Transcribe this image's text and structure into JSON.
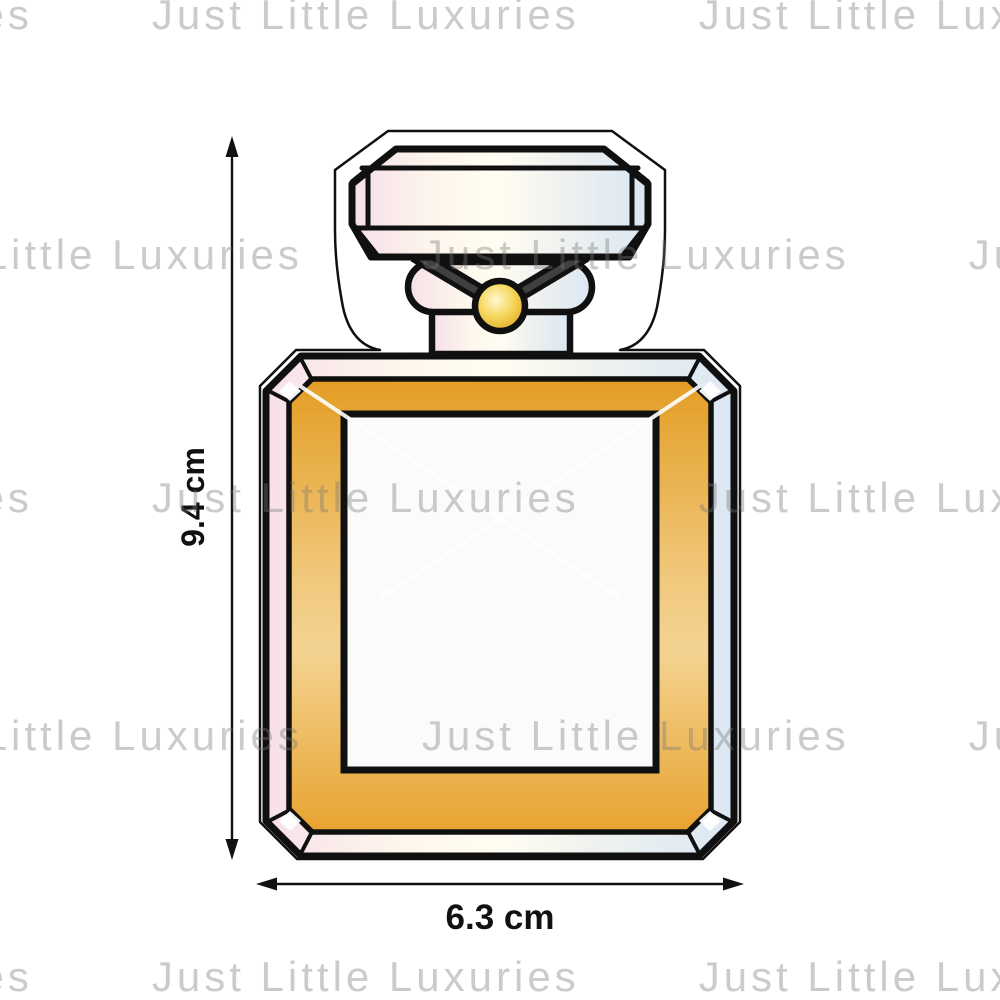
{
  "page": {
    "background": "#ffffff"
  },
  "watermark": {
    "text": "Just Little Luxuries",
    "color": "#d2d2d2",
    "rows": 5
  },
  "dimensions": {
    "height_label": "9.4 cm",
    "width_label": "6.3 cm"
  },
  "illustration": {
    "subject": "gold-holographic-perfume-bottle-sticker-mockup",
    "colors": {
      "outline": "#101010",
      "sticker_white": "#ffffff",
      "holo_pink": "#f7dfe9",
      "holo_cream": "#fffdf2",
      "holo_blue": "#dbe7f4",
      "gold_top": "#e39d24",
      "gold_light": "#f4d391",
      "gold_bottom": "#e8a330",
      "label_fill": "#fbfcfa",
      "ball_center": "#fff8d0",
      "ball_edge": "#df9f13",
      "ribbon_gray": "#404040"
    }
  }
}
